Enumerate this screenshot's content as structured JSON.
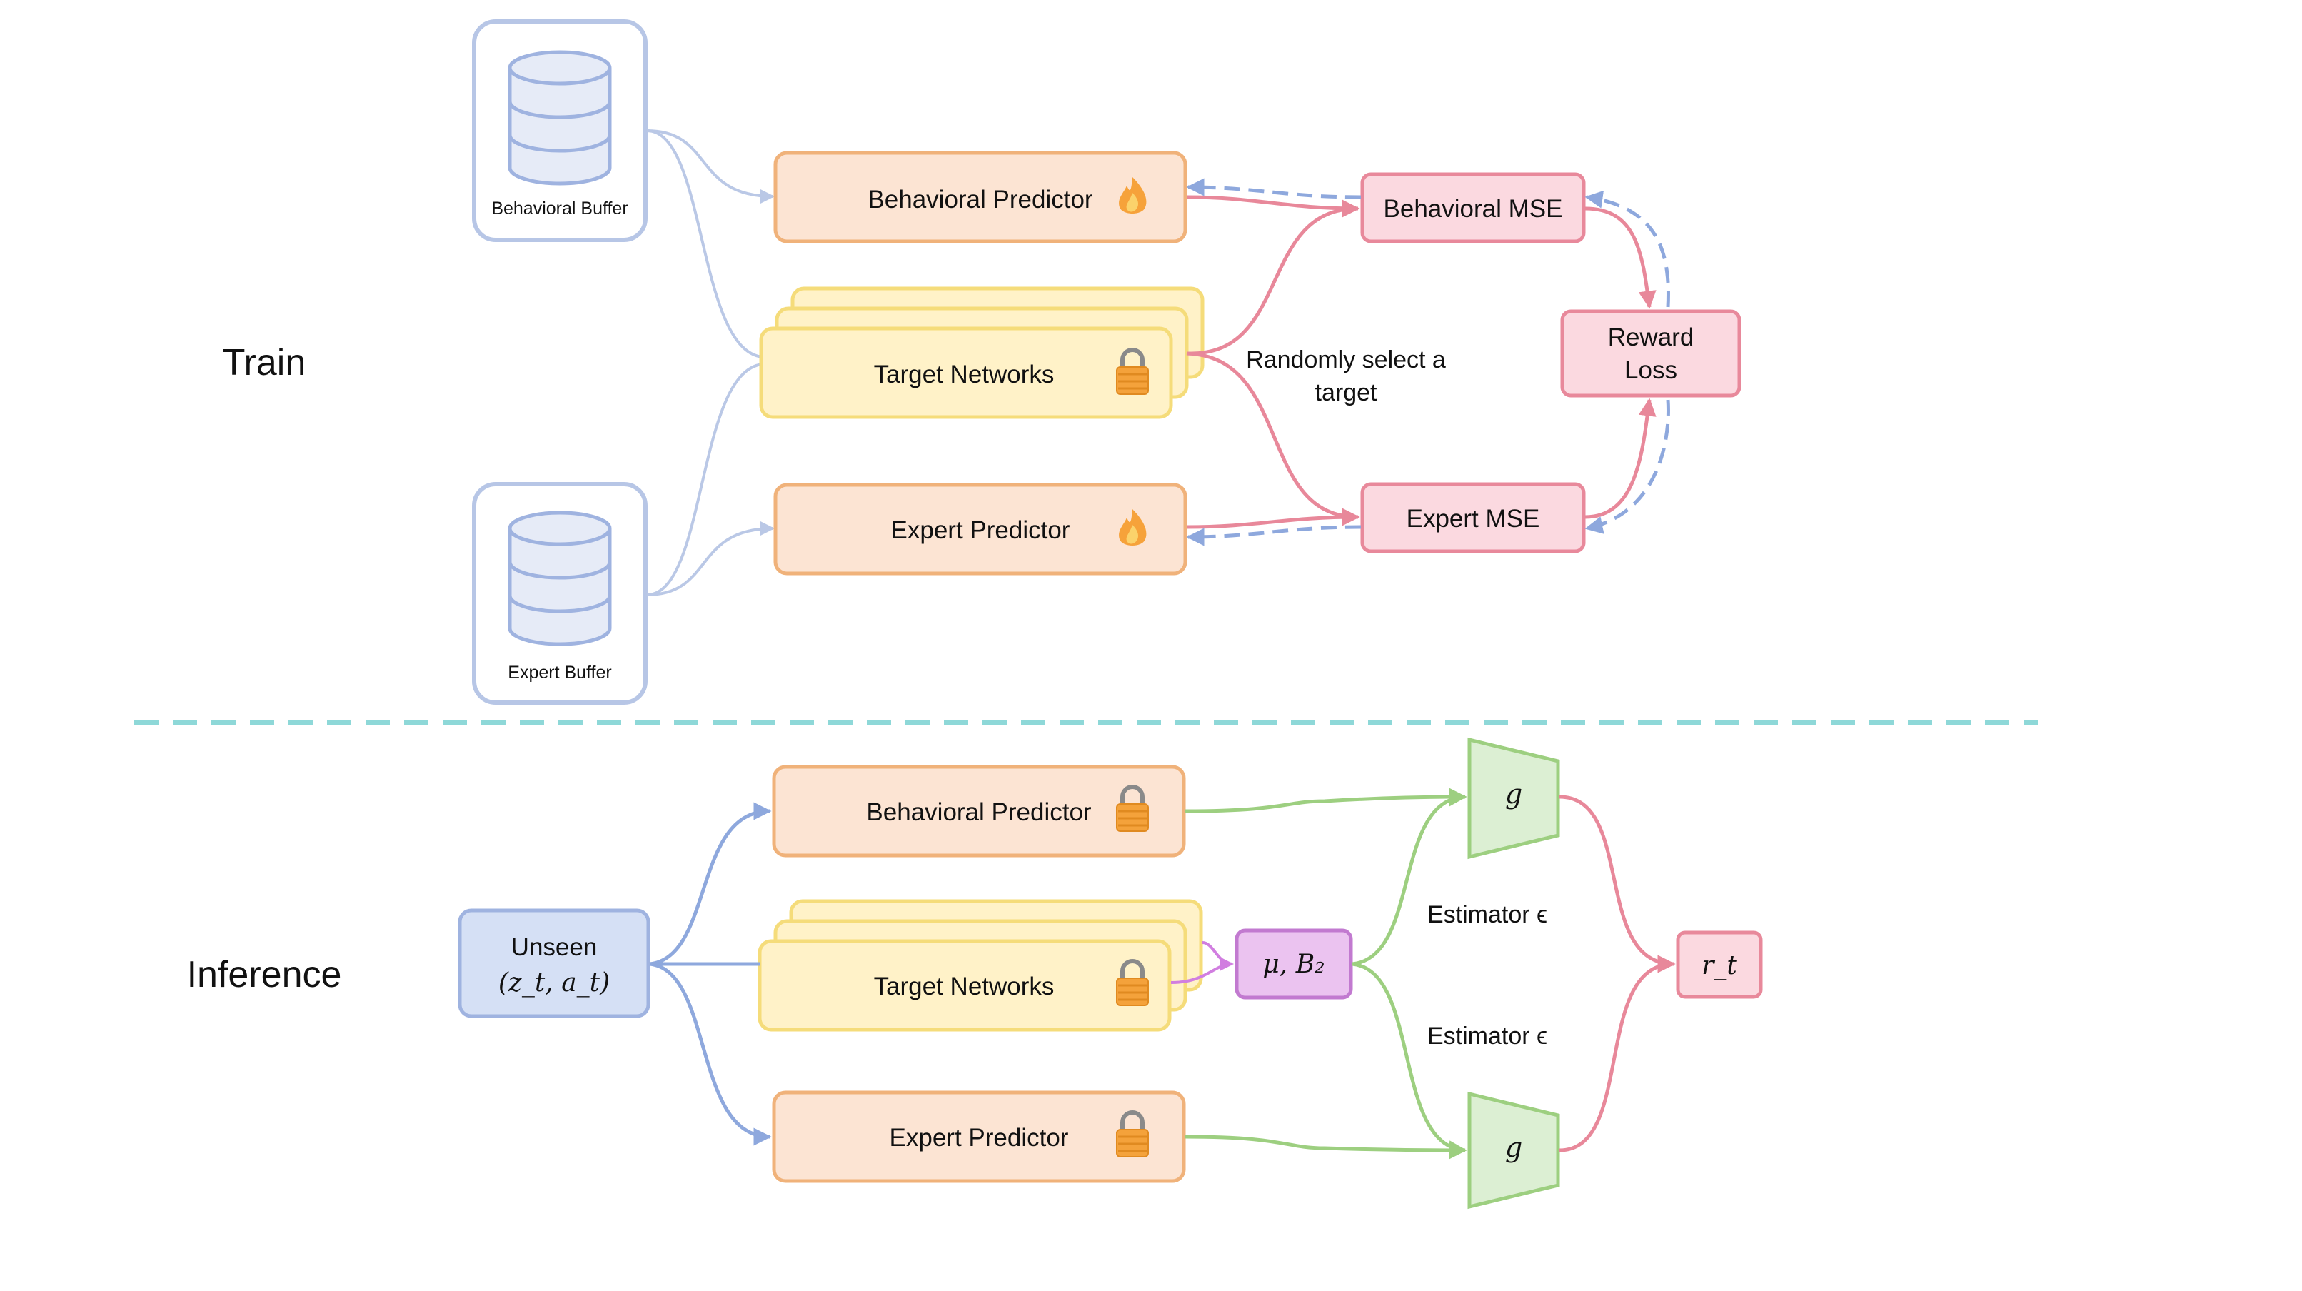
{
  "sections": {
    "train": "Train",
    "inference": "Inference"
  },
  "train": {
    "behavioral_buffer": "Behavioral Buffer",
    "expert_buffer": "Expert Buffer",
    "behavioral_predictor": "Behavioral Predictor",
    "target_networks": "Target Networks",
    "expert_predictor": "Expert Predictor",
    "behavioral_mse": "Behavioral MSE",
    "expert_mse": "Expert MSE",
    "reward_loss_line1": "Reward",
    "reward_loss_line2": "Loss",
    "random_select_line1": "Randomly select a",
    "random_select_line2": "target"
  },
  "inference": {
    "unseen_line1": "Unseen",
    "unseen_line2": "(z_t, a_t)",
    "behavioral_predictor": "Behavioral Predictor",
    "target_networks": "Target Networks",
    "expert_predictor": "Expert Predictor",
    "mu_b2": "μ, B₂",
    "g_top": "g",
    "g_bottom": "g",
    "estimator_top": "Estimator ϵ",
    "estimator_bottom": "Estimator ϵ",
    "reward_output": "r_t"
  },
  "colors": {
    "orange_fill": "#fce4d3",
    "orange_stroke": "#f0b27a",
    "yellow_fill": "#fff2c8",
    "yellow_stroke": "#f5dc7a",
    "pink_fill": "#fbd9e0",
    "pink_stroke": "#e8899b",
    "blue_fill": "#d5e0f5",
    "blue_stroke": "#9fb3e0",
    "purple_fill": "#ebc3f0",
    "purple_stroke": "#c27ad0",
    "green_fill": "#dcefd3",
    "green_stroke": "#9dcf80",
    "buffer_stroke": "#b7c6e6",
    "divider": "#8ed8d8",
    "red_arrow": "#e8889a",
    "blue_dashed": "#8ea8dd",
    "buffer_arrow": "#bac8e6"
  }
}
